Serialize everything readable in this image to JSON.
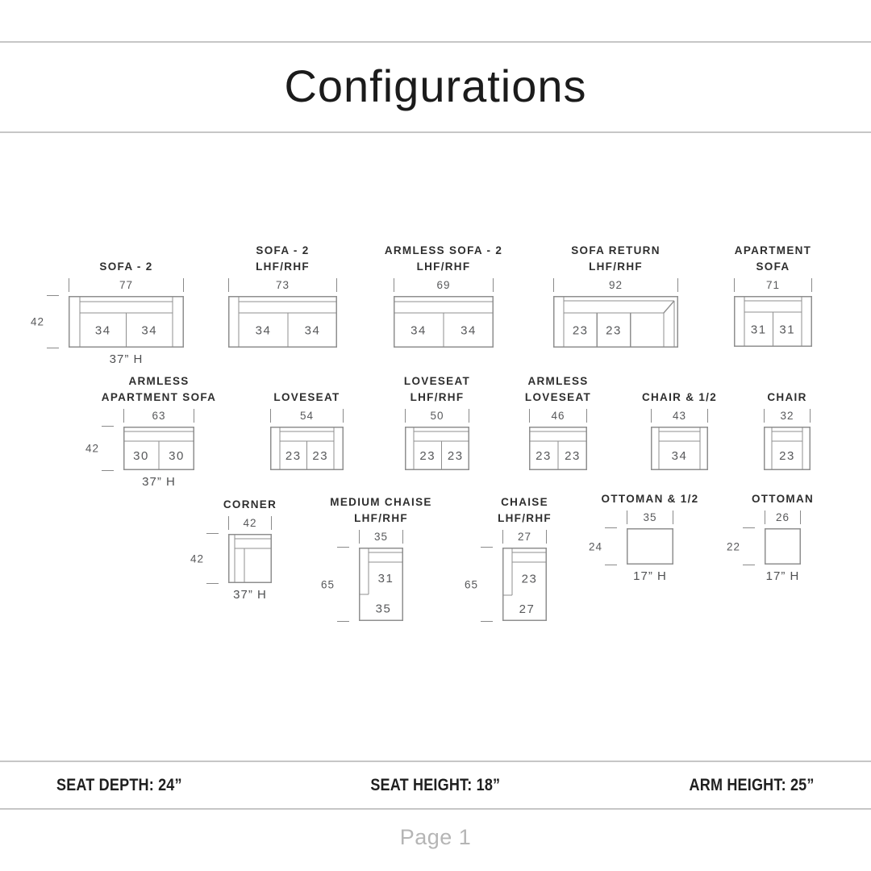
{
  "title": "Configurations",
  "footer": {
    "page_label": "Page 1"
  },
  "specs": [
    {
      "label": "SEAT DEPTH: 24”"
    },
    {
      "label": "SEAT HEIGHT: 18”"
    },
    {
      "label": "ARM HEIGHT: 25”"
    }
  ],
  "colors": {
    "line_gray": "#8f8f8f",
    "label_dark": "#2e2e2e",
    "number_gray": "#58595b",
    "rule_gray": "#c6c6c6",
    "page_number_gray": "#b5b5b5"
  },
  "items": [
    {
      "id": "sofa-2",
      "label_lines": [
        "SOFA - 2"
      ],
      "width_in": "77",
      "depth_in": "42",
      "seats": [
        "34",
        "34"
      ],
      "height_note": "37” H"
    },
    {
      "id": "sofa-2-lhf-rhf",
      "label_lines": [
        "SOFA - 2",
        "LHF/RHF"
      ],
      "width_in": "73",
      "seats": [
        "34",
        "34"
      ]
    },
    {
      "id": "armless-sofa-2-lhf-rhf",
      "label_lines": [
        "ARMLESS SOFA - 2",
        "LHF/RHF"
      ],
      "width_in": "69",
      "seats": [
        "34",
        "34"
      ]
    },
    {
      "id": "sofa-return-lhf-rhf",
      "label_lines": [
        "SOFA RETURN",
        "LHF/RHF"
      ],
      "width_in": "92",
      "seats": [
        "23",
        "23"
      ]
    },
    {
      "id": "apartment-sofa",
      "label_lines": [
        "APARTMENT",
        "SOFA"
      ],
      "width_in": "71",
      "seats": [
        "31",
        "31"
      ]
    },
    {
      "id": "armless-apartment-sofa",
      "label_lines": [
        "ARMLESS",
        "APARTMENT SOFA"
      ],
      "width_in": "63",
      "depth_in": "42",
      "seats": [
        "30",
        "30"
      ],
      "height_note": "37” H"
    },
    {
      "id": "loveseat",
      "label_lines": [
        "LOVESEAT"
      ],
      "width_in": "54",
      "seats": [
        "23",
        "23"
      ]
    },
    {
      "id": "loveseat-lhf-rhf",
      "label_lines": [
        "LOVESEAT",
        "LHF/RHF"
      ],
      "width_in": "50",
      "seats": [
        "23",
        "23"
      ]
    },
    {
      "id": "armless-loveseat",
      "label_lines": [
        "ARMLESS",
        "LOVESEAT"
      ],
      "width_in": "46",
      "seats": [
        "23",
        "23"
      ]
    },
    {
      "id": "chair-and-half",
      "label_lines": [
        "CHAIR & 1/2"
      ],
      "width_in": "43",
      "seats": [
        "34"
      ]
    },
    {
      "id": "chair",
      "label_lines": [
        "CHAIR"
      ],
      "width_in": "32",
      "seats": [
        "23"
      ]
    },
    {
      "id": "corner",
      "label_lines": [
        "CORNER"
      ],
      "width_in": "42",
      "depth_in": "42",
      "height_note": "37” H"
    },
    {
      "id": "medium-chaise-lhf-rhf",
      "label_lines": [
        "MEDIUM CHAISE",
        "LHF/RHF"
      ],
      "width_in": "35",
      "depth_in": "65",
      "seats": [
        "31"
      ],
      "lower_dim": "35"
    },
    {
      "id": "chaise-lhf-rhf",
      "label_lines": [
        "CHAISE",
        "LHF/RHF"
      ],
      "width_in": "27",
      "depth_in": "65",
      "seats": [
        "23"
      ],
      "lower_dim": "27"
    },
    {
      "id": "ottoman-and-half",
      "label_lines": [
        "OTTOMAN & 1/2"
      ],
      "width_in": "35",
      "depth_in": "24",
      "height_note": "17” H"
    },
    {
      "id": "ottoman",
      "label_lines": [
        "OTTOMAN"
      ],
      "width_in": "26",
      "depth_in": "22",
      "height_note": "17” H"
    }
  ]
}
